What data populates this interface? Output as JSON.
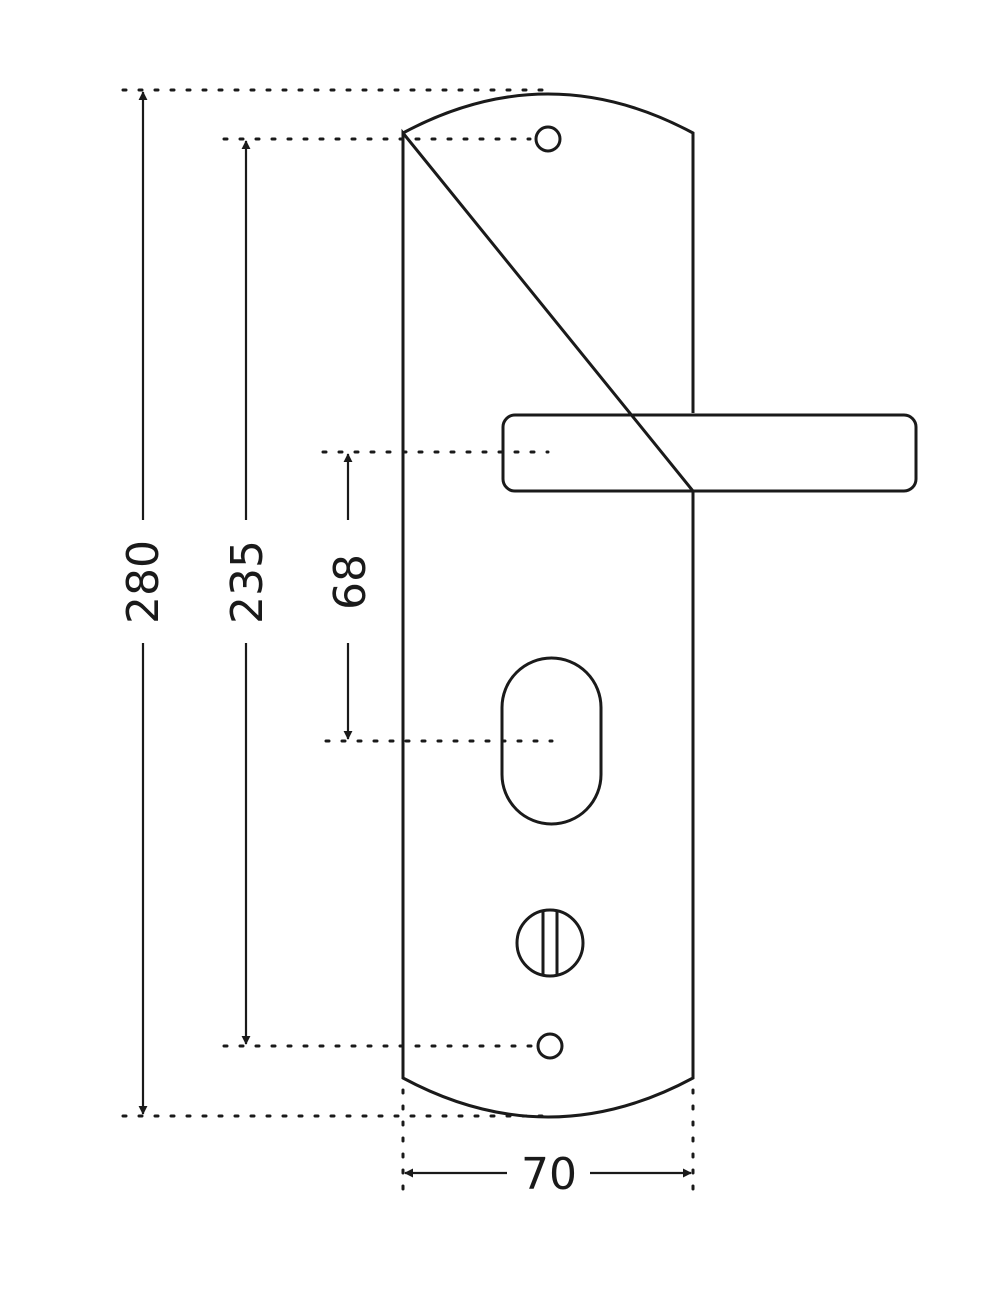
{
  "dimensions": {
    "overall_height": "280",
    "hole_spacing": "235",
    "center_distance": "68",
    "width": "70"
  },
  "colors": {
    "line": "#1a1a1a",
    "background": "#ffffff"
  }
}
